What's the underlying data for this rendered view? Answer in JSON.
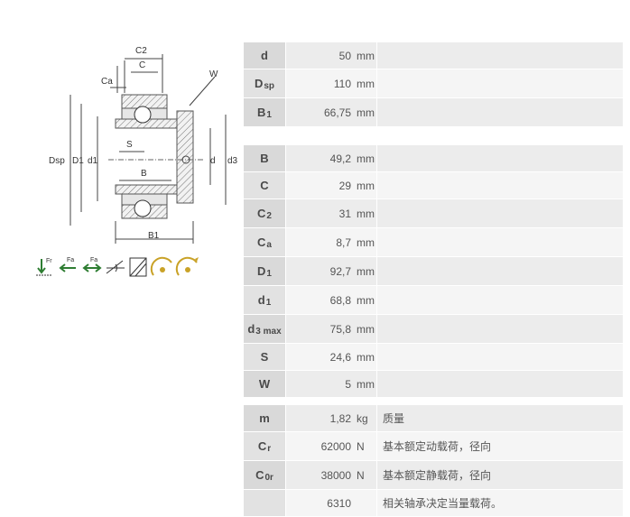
{
  "drawing_labels": {
    "c2": "C2",
    "c": "C",
    "ca": "Ca",
    "w": "W",
    "dsp": "Dsp",
    "d1_upper": "D1",
    "d1_lower": "d1",
    "s": "S",
    "b": "B",
    "d": "d",
    "d3": "d3",
    "b1": "B1"
  },
  "load_icons": [
    "Fr",
    "Fa",
    "Fa"
  ],
  "group1": [
    {
      "key": "d",
      "sub": "",
      "value": "50",
      "unit": "mm",
      "desc": ""
    },
    {
      "key": "D",
      "sub": "sp",
      "value": "110",
      "unit": "mm",
      "desc": ""
    },
    {
      "key": "B",
      "sub": "1",
      "value": "66,75",
      "unit": "mm",
      "desc": ""
    }
  ],
  "group2": [
    {
      "key": "B",
      "sub": "",
      "value": "49,2",
      "unit": "mm",
      "desc": ""
    },
    {
      "key": "C",
      "sub": "",
      "value": "29",
      "unit": "mm",
      "desc": ""
    },
    {
      "key": "C",
      "sub": "2",
      "value": "31",
      "unit": "mm",
      "desc": ""
    },
    {
      "key": "C",
      "sub": "a",
      "value": "8,7",
      "unit": "mm",
      "desc": ""
    },
    {
      "key": "D",
      "sub": "1",
      "value": "92,7",
      "unit": "mm",
      "desc": ""
    },
    {
      "key": "d",
      "sub": "1",
      "value": "68,8",
      "unit": "mm",
      "desc": ""
    },
    {
      "key": "d",
      "sub": "3 max",
      "value": "75,8",
      "unit": "mm",
      "desc": ""
    },
    {
      "key": "S",
      "sub": "",
      "value": "24,6",
      "unit": "mm",
      "desc": ""
    },
    {
      "key": "W",
      "sub": "",
      "value": "5",
      "unit": "mm",
      "desc": ""
    }
  ],
  "group3": [
    {
      "key": "m",
      "sub": "",
      "value": "1,82",
      "unit": "kg",
      "desc": "质量"
    },
    {
      "key": "C",
      "sub": "r",
      "value": "62000",
      "unit": "N",
      "desc": "基本额定动载荷，径向"
    },
    {
      "key": "C",
      "sub": "0r",
      "value": "38000",
      "unit": "N",
      "desc": "基本额定静载荷，径向"
    },
    {
      "key": "",
      "sub": "",
      "value": "6310",
      "unit": "",
      "desc": "相关轴承决定当量载荷。"
    }
  ]
}
